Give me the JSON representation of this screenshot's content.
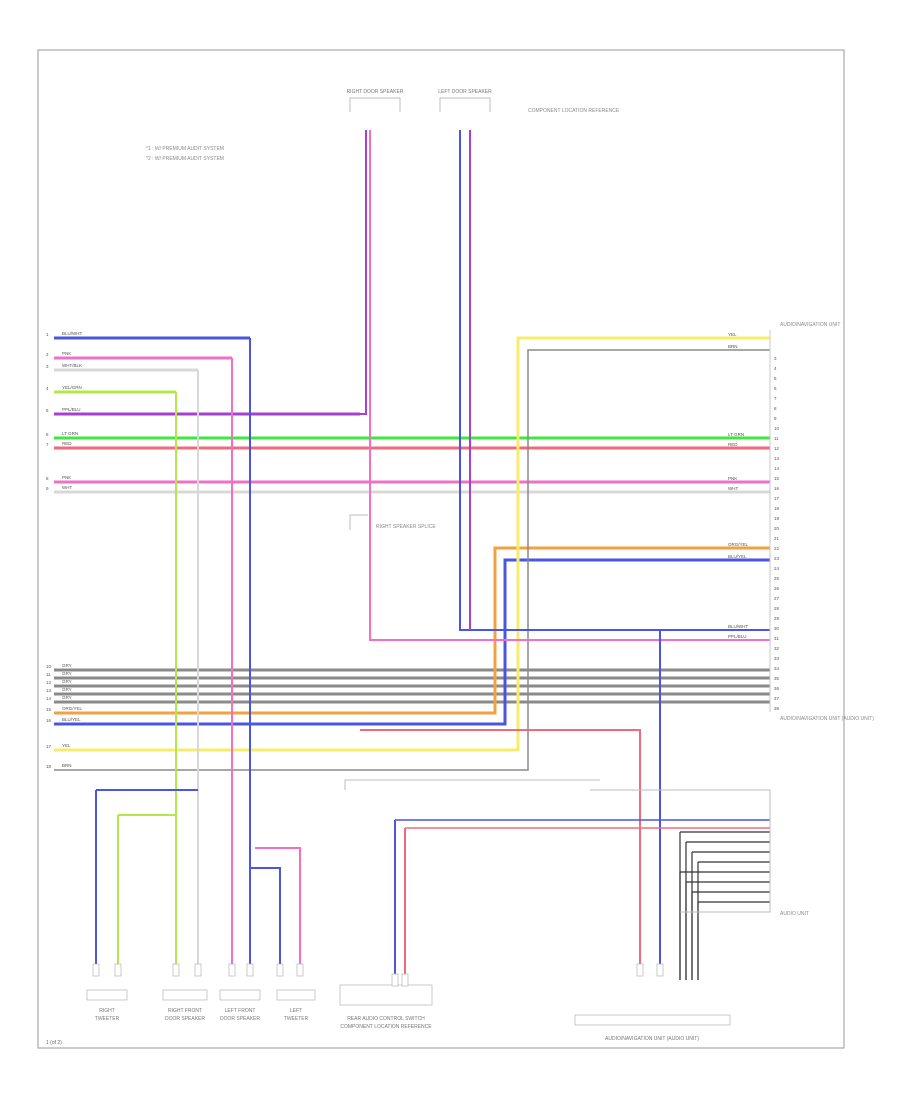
{
  "legend": [
    "*1 : W/ PREMIUM AUDIT SYSTEM",
    "*2 : W/ PREMIUM AUDIT SYSTEM"
  ],
  "page_number": "1 (of 2)",
  "colors": {
    "blue": "#4a55e0",
    "pink": "#f070c8",
    "white": "#d8d8d8",
    "yellow_green": "#b4e84a",
    "purple": "#a640d0",
    "green": "#3ee83e",
    "red": "#f06a7a",
    "yellow": "#f4ec6a",
    "orange": "#f2a040",
    "gray": "#8a8a8a",
    "black": "#333333"
  },
  "top_devices": [
    {
      "label": "RIGHT DOOR SPEAKER"
    },
    {
      "label": "LEFT DOOR SPEAKER"
    },
    {
      "label": "COMPONENT LOCATION REFERENCE"
    }
  ],
  "left_wires": [
    {
      "num": "1",
      "label": "BLU/WHT"
    },
    {
      "num": "2",
      "label": "PNK"
    },
    {
      "num": "3",
      "label": "WHT/BLK"
    },
    {
      "num": "4",
      "label": "YEL/GRN"
    },
    {
      "num": "5",
      "label": "PPL/BLU"
    },
    {
      "num": "6",
      "label": "LT GRN"
    },
    {
      "num": "7",
      "label": "RED"
    },
    {
      "num": "8",
      "label": "PNK"
    },
    {
      "num": "9",
      "label": "WHT"
    },
    {
      "num": "10",
      "label": "GRY"
    },
    {
      "num": "11",
      "label": "GRY"
    },
    {
      "num": "12",
      "label": "GRY"
    },
    {
      "num": "13",
      "label": "GRY"
    },
    {
      "num": "14",
      "label": "GRY"
    },
    {
      "num": "15",
      "label": "ORG/YEL"
    },
    {
      "num": "16",
      "label": "BLU/YEL"
    },
    {
      "num": "17",
      "label": "YEL"
    },
    {
      "num": "18",
      "label": "BRN"
    }
  ],
  "right_wires": [
    {
      "label": "YEL"
    },
    {
      "label": "BRN"
    },
    {
      "label": "LT GRN"
    },
    {
      "label": "RED"
    },
    {
      "label": "PNK"
    },
    {
      "label": "WHT"
    },
    {
      "label": "ORG/YEL"
    },
    {
      "label": "BLU/YEL"
    },
    {
      "label": "BLU/WHT"
    },
    {
      "label": "PPL/BLU"
    }
  ],
  "right_captions": [
    "AUDIO/NAVIGATION UNIT",
    "AUDIO/NAVIGATION UNIT (AUDIO UNIT)",
    "AUDIO UNIT"
  ],
  "mid_splice": "RIGHT SPEAKER SPLICE",
  "bottom_components": [
    {
      "label": "RIGHT TWEETER"
    },
    {
      "label": "RIGHT FRONT DOOR SPEAKER"
    },
    {
      "label": "LEFT FRONT DOOR SPEAKER"
    },
    {
      "label": "LEFT TWEETER"
    },
    {
      "label": "REAR AUDIO CONTROL SWITCH"
    },
    {
      "label": "COMPONENT LOCATION REFERENCE"
    },
    {
      "label": "AUDIO/NAVIGATION UNIT (AUDIO UNIT)"
    }
  ]
}
